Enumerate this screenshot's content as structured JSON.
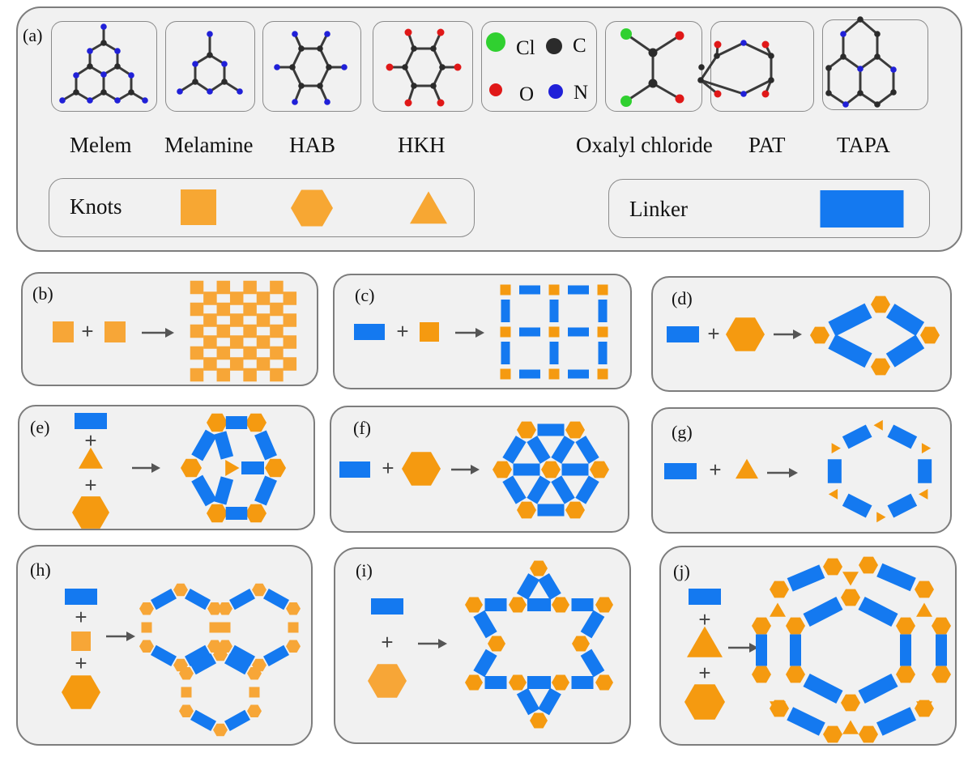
{
  "colors": {
    "knot": "#f59a10",
    "knot_light": "#f7a637",
    "linker": "#1479f0",
    "carbon": "#2b2b2b",
    "nitrogen": "#2020d8",
    "oxygen": "#e01818",
    "chlorine": "#30d030",
    "arrow": "#555555",
    "panel_bg": "#f1f1f1",
    "panel_border": "#7d7d7d"
  },
  "panel_a": {
    "label": "(a)",
    "molecules": [
      {
        "id": "melem",
        "name": "Melem",
        "icon": "melem-molecule-icon"
      },
      {
        "id": "melamine",
        "name": "Melamine",
        "icon": "melamine-molecule-icon"
      },
      {
        "id": "hab",
        "name": "HAB",
        "icon": "hab-molecule-icon"
      },
      {
        "id": "hkh",
        "name": "HKH",
        "icon": "hkh-molecule-icon"
      },
      {
        "id": "oxalyl",
        "name": "Oxalyl chloride",
        "icon": "oxalyl-chloride-molecule-icon"
      },
      {
        "id": "pat",
        "name": "PAT",
        "icon": "pat-molecule-icon"
      },
      {
        "id": "tapa",
        "name": "TAPA",
        "icon": "tapa-molecule-icon"
      }
    ],
    "atom_legend": [
      {
        "symbol": "Cl",
        "element": "chlorine"
      },
      {
        "symbol": "C",
        "element": "carbon"
      },
      {
        "symbol": "O",
        "element": "oxygen"
      },
      {
        "symbol": "N",
        "element": "nitrogen"
      }
    ],
    "knots_label": "Knots",
    "knot_shapes": [
      "square",
      "hexagon",
      "triangle"
    ],
    "linker_label": "Linker",
    "linker_shape": "rectangle"
  },
  "panels": [
    {
      "id": "b",
      "label": "(b)",
      "reactants": [
        "square",
        "square"
      ],
      "product": "checkerboard square lattice"
    },
    {
      "id": "c",
      "label": "(c)",
      "reactants": [
        "linker",
        "square"
      ],
      "product": "square grid lattice"
    },
    {
      "id": "d",
      "label": "(d)",
      "reactants": [
        "linker",
        "hexagon"
      ],
      "product": "rhombic lattice"
    },
    {
      "id": "e",
      "label": "(e)",
      "reactants": [
        "linker",
        "triangle",
        "hexagon"
      ],
      "product": "hexagon with triangle center"
    },
    {
      "id": "f",
      "label": "(f)",
      "reactants": [
        "linker",
        "hexagon"
      ],
      "product": "triangular lattice"
    },
    {
      "id": "g",
      "label": "(g)",
      "reactants": [
        "linker",
        "triangle"
      ],
      "product": "honeycomb ring"
    },
    {
      "id": "h",
      "label": "(h)",
      "reactants": [
        "linker",
        "square",
        "hexagon"
      ],
      "product": "three fused hexagonal rings"
    },
    {
      "id": "i",
      "label": "(i)",
      "reactants": [
        "linker",
        "hexagon"
      ],
      "product": "kagome star"
    },
    {
      "id": "j",
      "label": "(j)",
      "reactants": [
        "linker",
        "triangle",
        "hexagon"
      ],
      "product": "double ring framework"
    }
  ],
  "symbols": {
    "plus": "+"
  }
}
